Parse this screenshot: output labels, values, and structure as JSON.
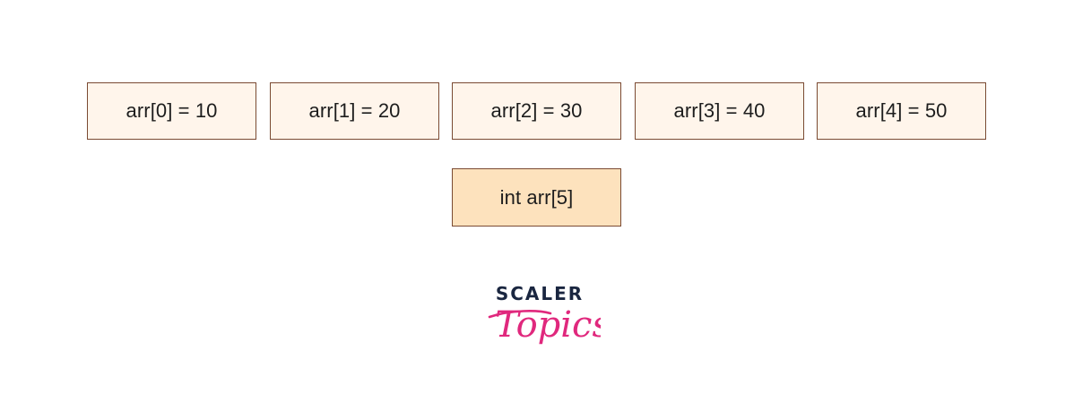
{
  "array_elements": [
    {
      "label": "arr[0] = 10"
    },
    {
      "label": "arr[1] = 20"
    },
    {
      "label": "arr[2] = 30"
    },
    {
      "label": "arr[3] = 40"
    },
    {
      "label": "arr[4] = 50"
    }
  ],
  "declaration": {
    "label": "int arr[5]"
  },
  "logo": {
    "word": "SCALER",
    "script": "Topics",
    "colors": {
      "word": "#1a2640",
      "script": "#e0287d"
    }
  },
  "colors": {
    "cell_fill": "#fff5eb",
    "declaration_fill": "#fde2bd",
    "border": "#7a4a32"
  }
}
